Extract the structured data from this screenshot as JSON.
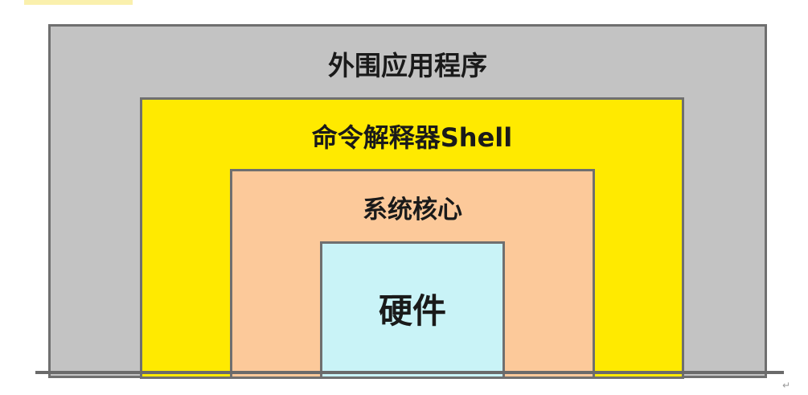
{
  "diagram": {
    "layers": {
      "outer": {
        "label": "外围应用程序",
        "color": "#c3c3c3"
      },
      "shell": {
        "label": "命令解释器Shell",
        "color": "#ffea00"
      },
      "kernel": {
        "label": "系统核心",
        "color": "#fcc99a"
      },
      "hardware": {
        "label": "硬件",
        "color": "#c9f3f7"
      }
    },
    "border_color": "#6f6f6f",
    "return_mark": "↵"
  }
}
